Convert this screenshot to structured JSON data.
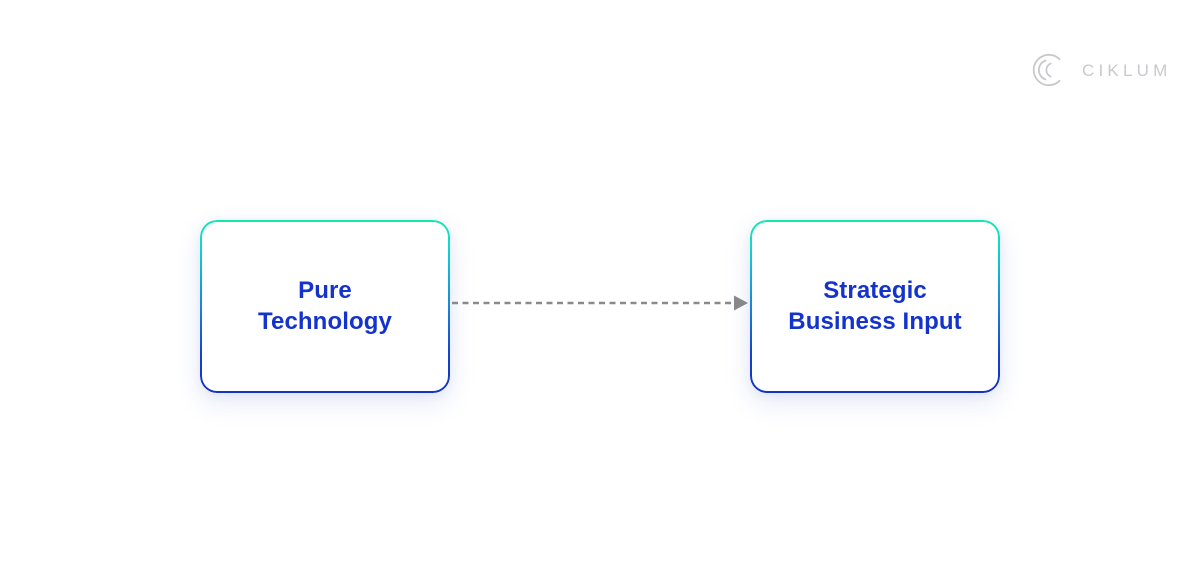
{
  "brand": {
    "name": "CIKLUM",
    "mark_icon": "ciklum-c-arcs-icon",
    "mark_color": "#c9c9cd",
    "text_color": "#c9c9cd"
  },
  "diagram": {
    "type": "flow",
    "background_color": "#ffffff",
    "node_border_gradient": [
      "#12e8b0",
      "#1133c2"
    ],
    "node_text_color": "#1433cc",
    "connector_color": "#8a8a8a",
    "nodes": [
      {
        "id": "pure-technology",
        "label": "Pure\nTechnology",
        "line1": "Pure",
        "line2": "Technology"
      },
      {
        "id": "strategic-business-input",
        "label": "Strategic\nBusiness Input",
        "line1": "Strategic",
        "line2": "Business Input"
      }
    ],
    "connectors": [
      {
        "id": "pure-technology-to-strategic-business-input",
        "from": "pure-technology",
        "to": "strategic-business-input",
        "style": "dashed",
        "arrowhead": "triangle-right",
        "color": "#8a8a8a"
      }
    ]
  }
}
